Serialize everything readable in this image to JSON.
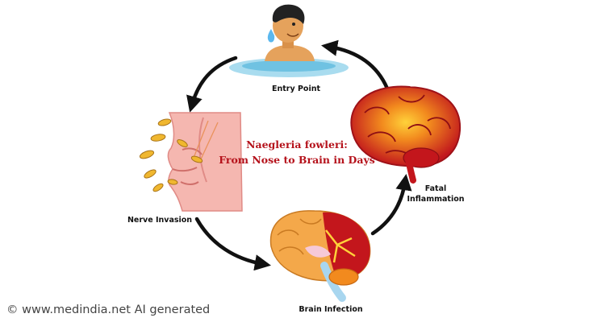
{
  "diagram": {
    "title_line1": "Naegleria fowleri:",
    "title_line2": "From Nose to Brain in Days",
    "stages": {
      "entry": "Entry Point",
      "nerve": "Nerve Invasion",
      "brain": "Brain Infection",
      "fatal_line1": "Fatal",
      "fatal_line2": "Inflammation"
    }
  },
  "footer": {
    "credit": "©  www.medindia.net  AI generated"
  }
}
